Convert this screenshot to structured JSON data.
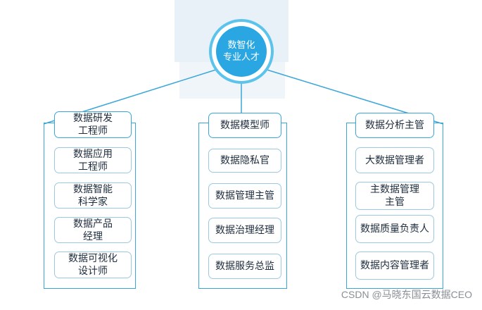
{
  "hub": {
    "line1": "数智化",
    "line2": "专业人才"
  },
  "columns": [
    {
      "header": [
        "数据研发",
        "工程师"
      ],
      "items": [
        [
          "数据应用",
          "工程师"
        ],
        [
          "数据智能",
          "科学家"
        ],
        [
          "数据产品",
          "经理"
        ],
        [
          "数据可视化",
          "设计师"
        ]
      ]
    },
    {
      "header": [
        "数据模型师"
      ],
      "items": [
        [
          "数据隐私官"
        ],
        [
          "数据管理主管"
        ],
        [
          "数据治理经理"
        ],
        [
          "数据服务总监"
        ]
      ]
    },
    {
      "header": [
        "数据分析主管"
      ],
      "items": [
        [
          "大数据管理者"
        ],
        [
          "主数据管理",
          "主管"
        ],
        [
          "数据质量负责人"
        ],
        [
          "数据内容管理者"
        ]
      ]
    }
  ],
  "watermark": "CSDN @马晓东国云数据CEO",
  "colors": {
    "hub_fill": "#2aa6e2",
    "hub_ring": "#5bc3ec",
    "line": "#3aa6d9",
    "box_border": "#9cc9e2"
  }
}
